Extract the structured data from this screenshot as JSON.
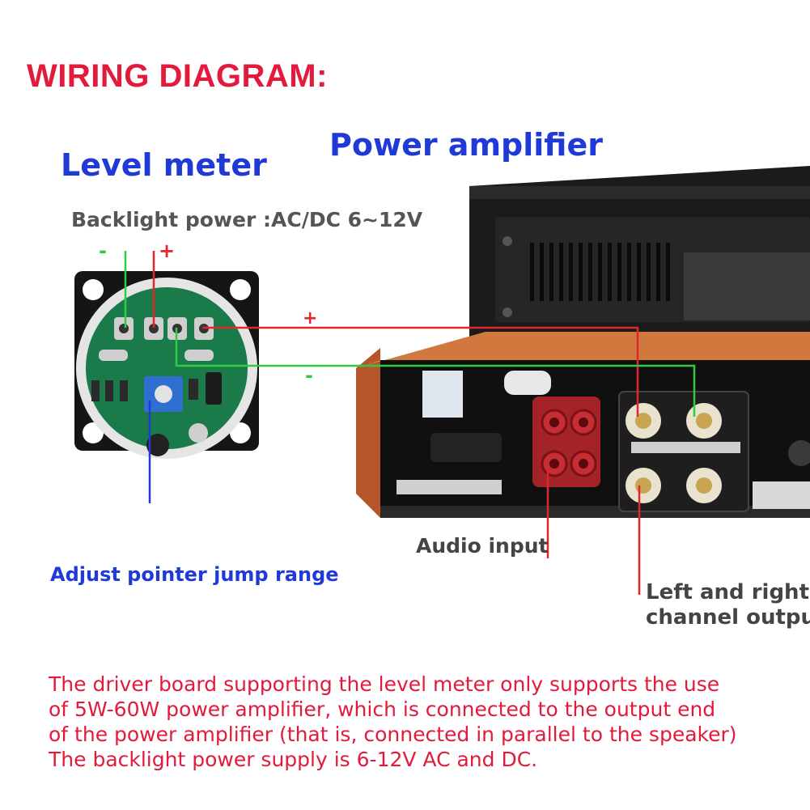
{
  "title": "WIRING DIAGRAM:",
  "level_meter": {
    "heading": "Level meter",
    "backlight_label": "Backlight power :AC/DC 6~12V",
    "minus": "-",
    "plus": "+",
    "adjust_label": "Adjust pointer jump range"
  },
  "power_amplifier": {
    "heading": "Power amplifier",
    "plus": "+",
    "minus": "-",
    "audio_input_label": "Audio input",
    "output_label_line1": "Left and right",
    "output_label_line2": "channel output"
  },
  "note_lines": [
    "The driver board supporting the level meter only supports the use",
    "of 5W-60W power amplifier, which is connected to the output end",
    "of the power amplifier (that is, connected in parallel to the speaker)",
    "The backlight power supply is 6-12V AC and DC."
  ],
  "colors": {
    "title": "#e21a3c",
    "heading": "#1f3ad6",
    "note": "#e21a3c",
    "wire_red": "#e0262f",
    "wire_green": "#2ecc40",
    "wire_blue": "#1f3ad6"
  }
}
